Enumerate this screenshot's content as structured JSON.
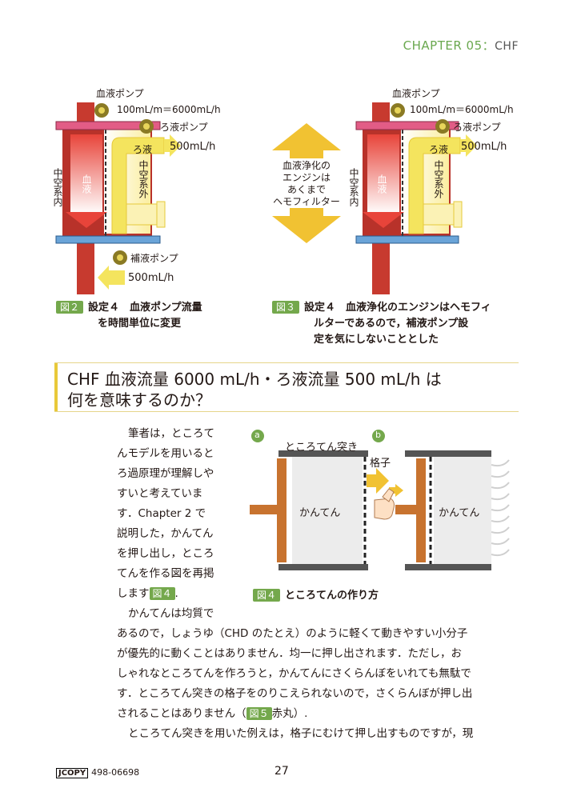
{
  "header": {
    "chapter": "CHAPTER 05",
    "sep": "：",
    "chf": "CHF"
  },
  "fig2": {
    "blood_pump": "血液ポンプ",
    "flow_note": "100mL/m＝6000mL/h",
    "filtrate_pump": "ろ液ポンプ",
    "filtrate": "ろ液",
    "filtrate_rate": "500mL/h",
    "inner": "中空系内",
    "outer": "中空系外",
    "blood": "血液",
    "replace_pump": "補液ポンプ",
    "replace_rate": "500mL/h",
    "caption_badge": "図２",
    "caption_l1": "設定４　血液ポンプ流量",
    "caption_l2": "を時間単位に変更"
  },
  "fig3": {
    "engine_lines": [
      "血液浄化の",
      "エンジンは",
      "あくまで",
      "ヘモフィルター"
    ],
    "blood_pump": "血液ポンプ",
    "flow_note": "100mL/m＝6000mL/h",
    "filtrate_pump": "ろ液ポンプ",
    "filtrate": "ろ液",
    "filtrate_rate": "500mL/h",
    "inner": "中空系内",
    "outer": "中空系外",
    "blood": "血液",
    "caption_badge": "図３",
    "caption_l1": "設定４　血液浄化のエンジンはヘモフィ",
    "caption_l2": "ルターであるので，補液ポンプ設",
    "caption_l3": "定を気にしないこととした"
  },
  "section": {
    "title_l1": "CHF 血液流量 6000 mL/h・ろ液流量 500 mL/h は",
    "title_l2": "何を意味するのか？"
  },
  "fig4": {
    "label_a": "a",
    "label_b": "b",
    "tokoroten_tsuki": "ところてん突き",
    "koushi": "格子",
    "kanten_a": "かんてん",
    "kanten_b": "かんてん",
    "caption_badge": "図４",
    "caption": "ところてんの作り方"
  },
  "body": {
    "left_lines": [
      "筆者は，ところて",
      "んモデルを用いると",
      "ろ過原理が理解しや",
      "すいと考えていま",
      "す．Chapter 2 で",
      "説明した，かんてん",
      "を押し出し，ところ",
      "てんを作る図を再掲"
    ],
    "line9_pre": "します",
    "line9_badge": "図４",
    "line9_post": ".",
    "line10": "かんてんは均質で",
    "full_lines": [
      "あるので，しょうゆ（CHD のたとえ）のように軽くて動きやすい小分子",
      "が優先的に動くことはありません．均一に押し出されます．ただし，お",
      "しゃれなところてんを作ろうと，かんてんにさくらんぼをいれても無駄で",
      "す．ところてん突きの格子をのりこえられないので，さくらんぼが押し出"
    ],
    "line15_pre": "されることはありません（",
    "line15_badge": "図５",
    "line15_post": "赤丸）.",
    "line16": "ところてん突きを用いた例えは，格子にむけて押し出すものですが，現"
  },
  "footer": {
    "jcopy": "JCOPY",
    "code": "498-06698",
    "page": "27"
  },
  "colors": {
    "accent_green": "#74a84c",
    "heading_yellow": "#e8c93a",
    "tube_red": "#c73a2f",
    "filter_yellow": "#f4e45e"
  }
}
